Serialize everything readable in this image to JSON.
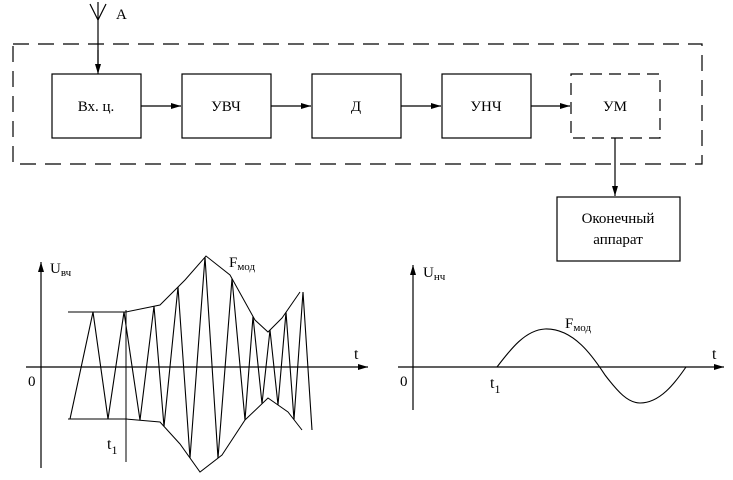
{
  "antenna": {
    "label": "A"
  },
  "blocks": [
    {
      "id": "input",
      "label": "Вх. ц."
    },
    {
      "id": "rf-amp",
      "label": "УВЧ"
    },
    {
      "id": "detector",
      "label": "Д"
    },
    {
      "id": "af-amp",
      "label": "УНЧ"
    },
    {
      "id": "power-amp",
      "label": "УМ"
    }
  ],
  "terminal": {
    "line1": "Оконечный",
    "line2": "аппарат"
  },
  "rf_graph": {
    "y_main": "U",
    "y_sub": "вч",
    "x_label": "t",
    "origin": "0",
    "t_main": "t",
    "t_sub": "1",
    "env_main": "F",
    "env_sub": "мод"
  },
  "af_graph": {
    "y_main": "U",
    "y_sub": "нч",
    "x_label": "t",
    "origin": "0",
    "t_main": "t",
    "t_sub": "1",
    "env_main": "F",
    "env_sub": "мод"
  }
}
